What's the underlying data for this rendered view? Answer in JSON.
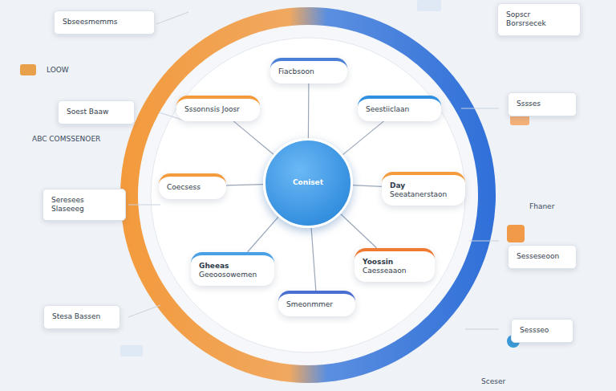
{
  "diagram": {
    "nodes": [
      {
        "text": [
          "Coniset"
        ]
      },
      {
        "text": [
          "Sssonnsis Joosr"
        ]
      },
      {
        "text": [
          "Fiacbsoon"
        ]
      },
      {
        "text": [
          "Seestiiclaan"
        ]
      },
      {
        "text": [
          "Coecsess"
        ]
      },
      {
        "text": [
          "Day",
          "Seeatanerstaon"
        ]
      },
      {
        "text": [
          "Gheeas",
          "Geeoosowemen"
        ]
      },
      {
        "text": [
          "Smeonmmer"
        ]
      },
      {
        "text": [
          "Yoossin",
          "Caesseaaon"
        ]
      },
      {
        "text": [
          "Sbseesmemms"
        ]
      },
      {
        "text": [
          "Soest Baaw"
        ]
      },
      {
        "text": [
          "Seresees Slaseeeg"
        ]
      },
      {
        "text": [
          "Stesa Bassen"
        ]
      },
      {
        "text": [
          "Sopscr Borsrsecek"
        ]
      },
      {
        "text": [
          "Sssses"
        ]
      },
      {
        "text": [
          "Sesseseoon"
        ]
      },
      {
        "text": [
          "Sessseo"
        ]
      }
    ],
    "edges": [
      {
        "from": 0,
        "to": 1,
        "arrow": "none"
      },
      {
        "from": 0,
        "to": 2,
        "arrow": "none"
      },
      {
        "from": 0,
        "to": 3,
        "arrow": "none"
      },
      {
        "from": 0,
        "to": 4,
        "arrow": "none"
      },
      {
        "from": 0,
        "to": 5,
        "arrow": "none"
      },
      {
        "from": 0,
        "to": 6,
        "arrow": "none"
      },
      {
        "from": 0,
        "to": 7,
        "arrow": "none"
      },
      {
        "from": 0,
        "to": 8,
        "arrow": "none"
      }
    ],
    "labels": [
      "LOOW",
      "ABC COMSSENOER",
      "Fhaner",
      "Sceser"
    ]
  }
}
